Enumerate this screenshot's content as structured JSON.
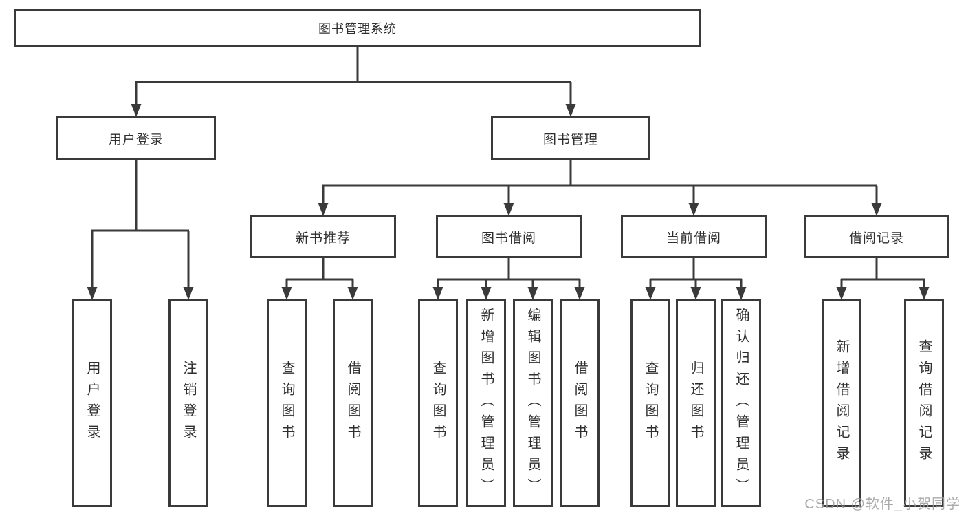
{
  "diagram": {
    "root": {
      "label": "图书管理系统"
    },
    "level2": [
      {
        "label": "用户登录",
        "leaves": [
          "用户登录",
          "注销登录"
        ]
      },
      {
        "label": "图书管理"
      }
    ],
    "level3": [
      {
        "label": "新书推荐",
        "leaves": [
          "查询图书",
          "借阅图书"
        ]
      },
      {
        "label": "图书借阅",
        "leaves": [
          "查询图书",
          "新增图书（管理员）",
          "编辑图书（管理员）",
          "借阅图书"
        ]
      },
      {
        "label": "当前借阅",
        "leaves": [
          "查询图书",
          "归还图书",
          "确认归还（管理员）"
        ]
      },
      {
        "label": "借阅记录",
        "leaves": [
          "新增借阅记录",
          "查询借阅记录"
        ]
      }
    ]
  },
  "watermark": {
    "text": "CSDN @软件_小贺同学"
  },
  "colors": {
    "line": "#3a3a3a",
    "box_border": "#3a3a3a",
    "text": "#2f2f2f",
    "watermark": "#9b9b9b",
    "background": "#ffffff"
  }
}
